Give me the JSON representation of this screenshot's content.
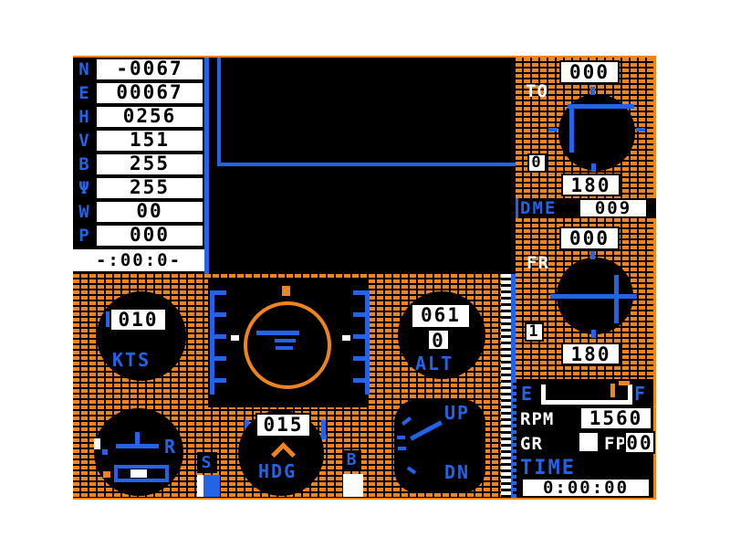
{
  "palette": {
    "orange": "#ee8420",
    "blue": "#2263e8",
    "white": "#ffffff",
    "black": "#000000"
  },
  "left_panel": {
    "rows": [
      {
        "label": "N",
        "value": "-0067"
      },
      {
        "label": "E",
        "value": "00067"
      },
      {
        "label": "H",
        "value": "0256"
      },
      {
        "label": "V",
        "value": "151"
      },
      {
        "label": "B",
        "value": "255"
      },
      {
        "label": "Ψ",
        "value": "255"
      },
      {
        "label": "W",
        "value": "00"
      },
      {
        "label": "P",
        "value": "000"
      }
    ],
    "timer": "-:00:0-"
  },
  "nav1": {
    "obs": "000",
    "flag": "TO",
    "ident": "0",
    "reciprocal": "180"
  },
  "dme": {
    "label": "DME",
    "value": "009"
  },
  "nav2": {
    "obs": "000",
    "flag": "FR",
    "ident": "1",
    "reciprocal": "180"
  },
  "engine": {
    "fuel_empty": "E",
    "fuel_full": "F",
    "rpm_label": "RPM",
    "rpm_value": "1560",
    "gear_label": "GR",
    "flaps_label": "FP",
    "flaps_value": "00",
    "time_label": "TIME",
    "time_value": "0:00:00"
  },
  "instruments": {
    "airspeed": {
      "value": "010",
      "label": "KTS"
    },
    "altimeter": {
      "value_hundreds": "061",
      "value_tens": "0",
      "label": "ALT"
    },
    "heading": {
      "value": "015",
      "label": "HDG"
    },
    "vsi": {
      "up_label": "UP",
      "down_label": "DN"
    },
    "turn": {
      "right_label": "R"
    },
    "stick_indicator": {
      "label": "S"
    },
    "brake_indicator": {
      "label": "B"
    }
  }
}
